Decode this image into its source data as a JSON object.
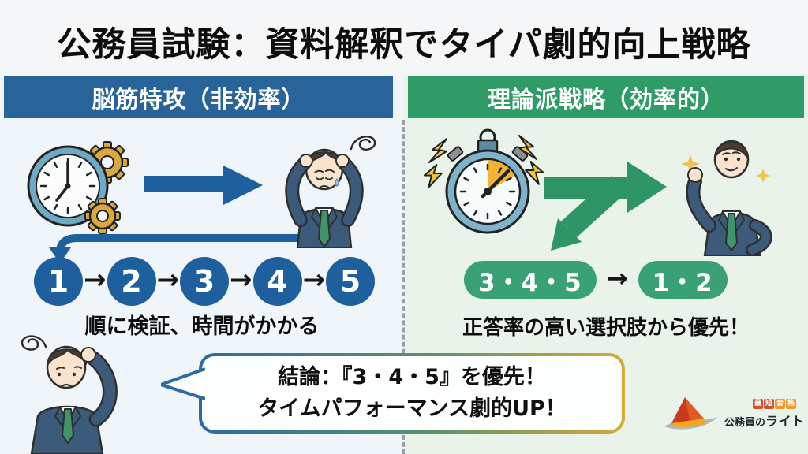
{
  "title": "公務員試験：資料解釈でタイパ劇的向上戦略",
  "arrow_glyph": "→",
  "left_panel": {
    "header": "脳筋特攻（非効率）",
    "steps": [
      "1",
      "2",
      "3",
      "4",
      "5"
    ],
    "caption": "順に検証、時間がかかる"
  },
  "right_panel": {
    "header": "理論派戦略（効率的）",
    "group_first": "3・4・5",
    "group_second": "1・2",
    "caption": "正答率の高い選択肢から優先！"
  },
  "conclusion": {
    "line1": "結論：『3・4・5』を優先！",
    "line2": "タイムパフォーマンス劇的UP！"
  },
  "logo": {
    "badge_chars": [
      "最",
      "短",
      "合",
      "格"
    ],
    "name_prefix": "公務員の",
    "name_bold": "ライト"
  },
  "colors": {
    "left_header_bg": "#28639a",
    "right_header_bg": "#2f9c68",
    "step_circle_blue": "#1e5f9d",
    "pill_green": "#3aa076",
    "bubble_border_gradient": [
      "#2e6aa4",
      "#58946b",
      "#d8a93c"
    ],
    "left_panel_bg": "#f0f5f9",
    "right_panel_bg": "#e9f3ea"
  },
  "icons": {
    "clock_gears": "⏰⚙",
    "stopwatch": "⏱",
    "lightning": "⚡",
    "rush_arrow": "➡",
    "split_arrow": "↘",
    "loopback_arrow": "↩",
    "confusion_squiggle": "〰",
    "sparkle": "✦"
  }
}
